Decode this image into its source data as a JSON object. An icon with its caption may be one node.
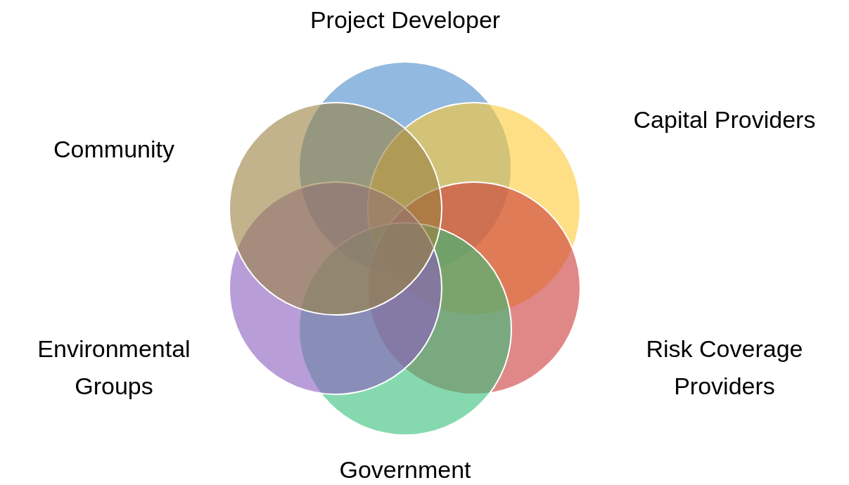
{
  "diagram": {
    "nodes": [
      {
        "text": [],
        "shape": "circle",
        "beside": [
          "Project Developer"
        ]
      },
      {
        "text": [],
        "shape": "circle",
        "beside": [
          "Capital Providers"
        ]
      },
      {
        "text": [],
        "shape": "circle",
        "beside": [
          "Risk Coverage Providers"
        ]
      },
      {
        "text": [],
        "shape": "circle",
        "beside": [
          "Government"
        ]
      },
      {
        "text": [],
        "shape": "circle",
        "beside": [
          "Environmental Groups"
        ]
      },
      {
        "text": [],
        "shape": "circle",
        "beside": [
          "Community"
        ]
      }
    ]
  }
}
